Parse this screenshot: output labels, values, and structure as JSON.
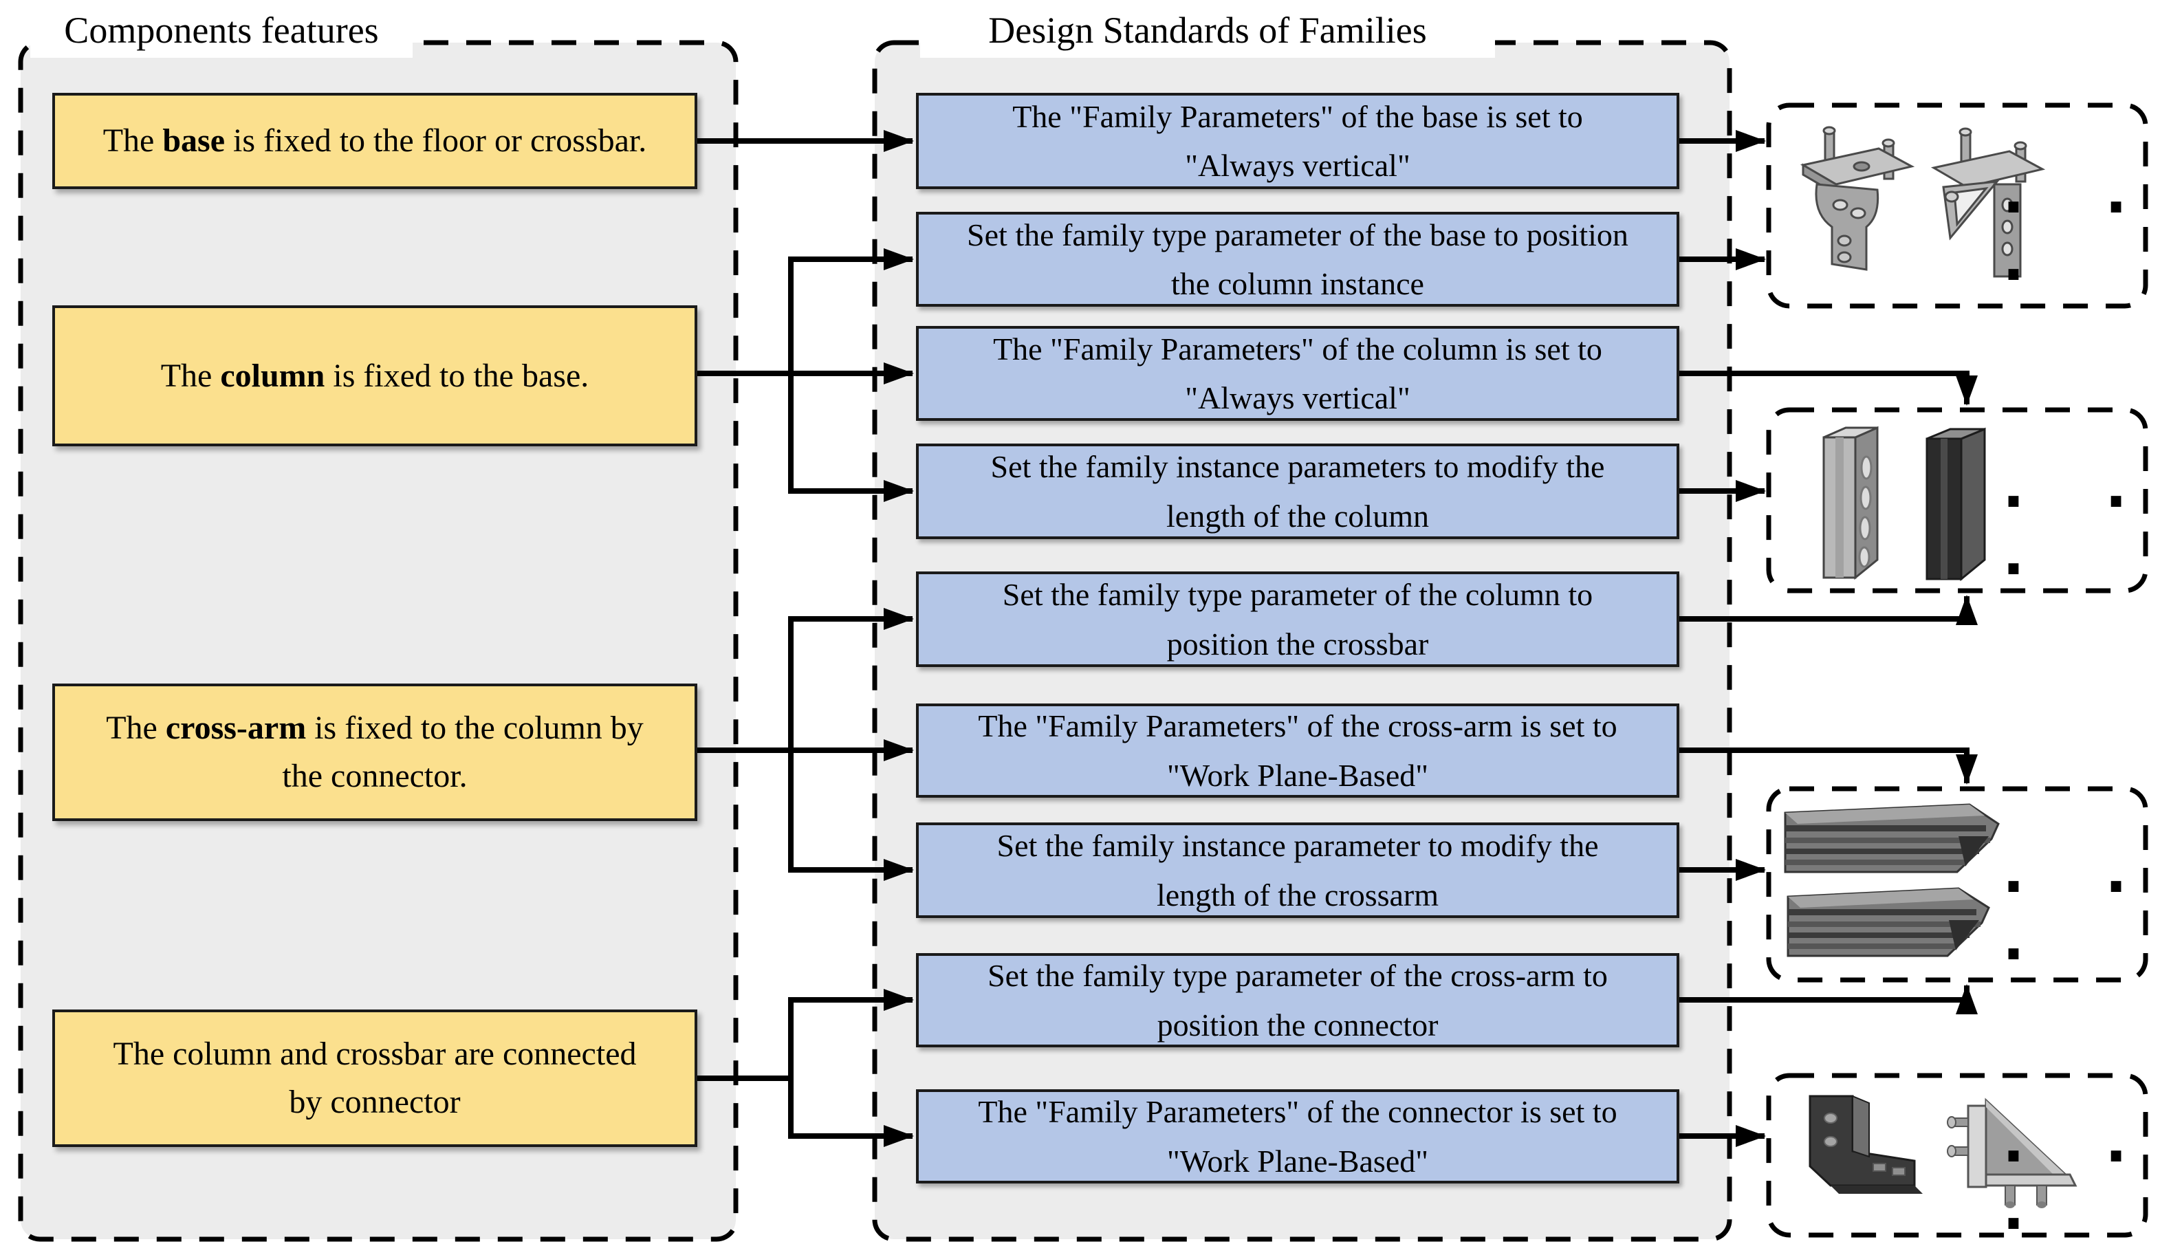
{
  "features": {
    "title": "Components features",
    "items": [
      {
        "pre": "The ",
        "bold": "base",
        "post": " is fixed to the floor or crossbar."
      },
      {
        "pre": "The ",
        "bold": "column",
        "post": " is fixed to the base."
      },
      {
        "pre": "The ",
        "bold": "cross-arm",
        "post": " is fixed to the column by the connector."
      },
      {
        "pre": "The column and  crossbar are connected by connector",
        "bold": "",
        "post": ""
      }
    ]
  },
  "standards": {
    "title": "Design Standards of Families",
    "items": [
      {
        "text": "The \"Family Parameters\" of the base is set to \"Always vertical\""
      },
      {
        "text": "Set the family type parameter of the base to position the column instance"
      },
      {
        "text": "The \"Family Parameters\" of the column is set to \"Always vertical\""
      },
      {
        "text": "Set the family instance parameters to modify the length of the column"
      },
      {
        "text": "Set the family type parameter of the column to position the crossbar"
      },
      {
        "text": "The  \"Family Parameters\" of the cross-arm is set to \"Work Plane-Based\""
      },
      {
        "text": "Set the family instance parameter to modify the length of the crossarm"
      },
      {
        "text": "Set the family type parameter of the cross-arm to position the connector"
      },
      {
        "text": "The \"Family Parameters\" of the connector is set to \"Work Plane-Based\""
      }
    ]
  },
  "families": {
    "boxes": [
      {
        "image": "base-variants-3d",
        "dots": "· · ·"
      },
      {
        "image": "column-variants-3d",
        "dots": "· · ·"
      },
      {
        "image": "crossarm-variants-3d",
        "dots": "· · ·"
      },
      {
        "image": "connector-variants-3d",
        "dots": "· · ·"
      }
    ]
  },
  "colors": {
    "feature_fill": "#FBE08E",
    "standard_fill": "#B4C6E7",
    "panel_fill": "#ECECEC",
    "image_box_fill": "#FFFFFF",
    "line": "#000000"
  }
}
